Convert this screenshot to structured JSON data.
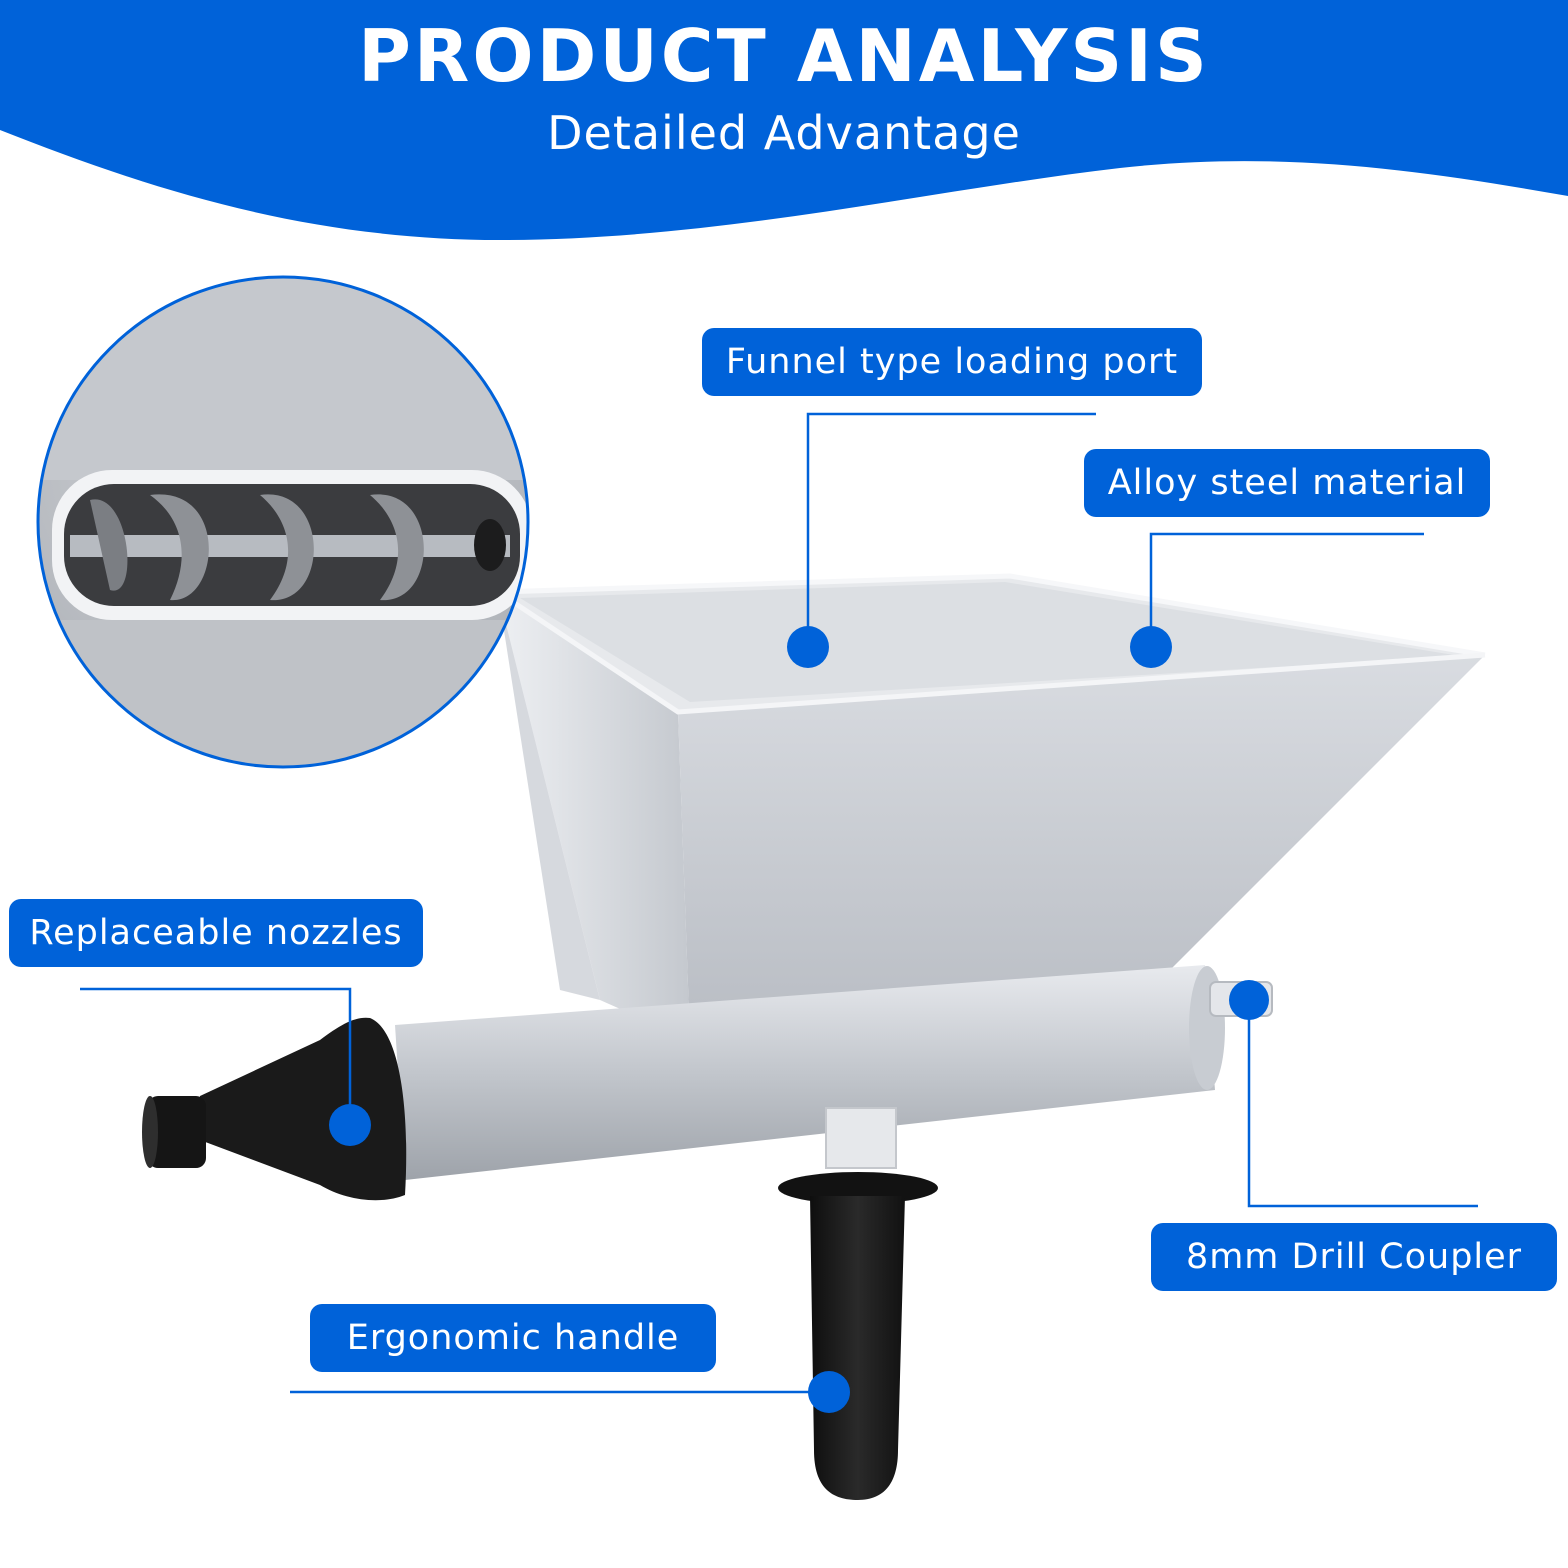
{
  "header": {
    "title": "PRODUCT ANALYSIS",
    "subtitle": "Detailed Advantage"
  },
  "callouts": {
    "funnel": "Funnel type loading port",
    "alloy": "Alloy steel material",
    "nozzles": "Replaceable nozzles",
    "coupler": "8mm Drill Coupler",
    "handle": "Ergonomic handle"
  },
  "colors": {
    "brand_blue": "#0062d9",
    "steel": "#c9ccd2",
    "rubber": "#1b1b1b"
  }
}
